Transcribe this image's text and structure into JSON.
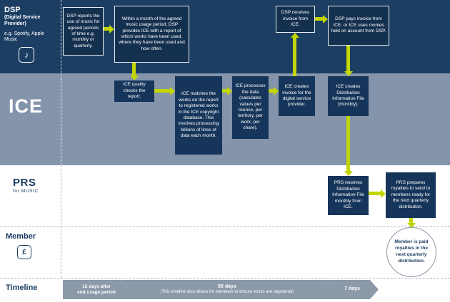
{
  "colors": {
    "navy_lane": "#1c3e63",
    "box_navy": "#16355a",
    "ice_lane_grey_blue": "#8494aa",
    "arrow_lime": "#c3d600",
    "chevron_grey": "#8c99a9",
    "white": "#ffffff"
  },
  "icons": {
    "dsp_glyph": "♪",
    "member_glyph": "£"
  },
  "lanes": {
    "dsp": {
      "title": "DSP",
      "subtitle": "(Digital Service Provider)",
      "examples": "e.g. Spotify, Apple Music",
      "boxes": [
        {
          "text": "DSP reports the use of music for agreed periods of time e.g. monthly or quarterly."
        },
        {
          "text": "Within a month of the agreed music usage period, DSP provides ICE with a report of which works have been used, where they have been used and how often."
        },
        {
          "text": "DSP receives invoice from ICE."
        },
        {
          "text": "DSP pays invoice from ICE, or ICE uses monies held on account from DSP."
        }
      ]
    },
    "ice": {
      "logo": "ICE",
      "boxes": [
        {
          "text": "ICE quality checks the report."
        },
        {
          "text": "ICE matches the works on the report to registered works in the ICE copyright database. This involves processing billions of lines of data each month."
        },
        {
          "text": "ICE processes the data (calculates values per licence, per territory, per work, per share)."
        },
        {
          "text": "ICE creates invoice for the digital service provider."
        },
        {
          "text": "ICE creates Distribution Information File [monthly]."
        }
      ]
    },
    "prs": {
      "logo_main": "PRS",
      "logo_sub": "for MUSIC",
      "boxes": [
        {
          "text": "PRS receives Distribution Information File monthly from ICE."
        },
        {
          "text": "PRS prepares royalties to send to members ready for the next quarterly distribution."
        }
      ]
    },
    "member": {
      "title": "Member",
      "circle_text": "Member is paid royalties in the next quarterly distribution."
    }
  },
  "timeline": {
    "label": "Timeline",
    "segments": [
      {
        "line1": "15 days after",
        "line2": "end usage period"
      },
      {
        "line1": "60 days",
        "line2": "(This timeline also allows for members to ensure works are registered)"
      },
      {
        "line1": "7 days",
        "line2": ""
      }
    ]
  }
}
